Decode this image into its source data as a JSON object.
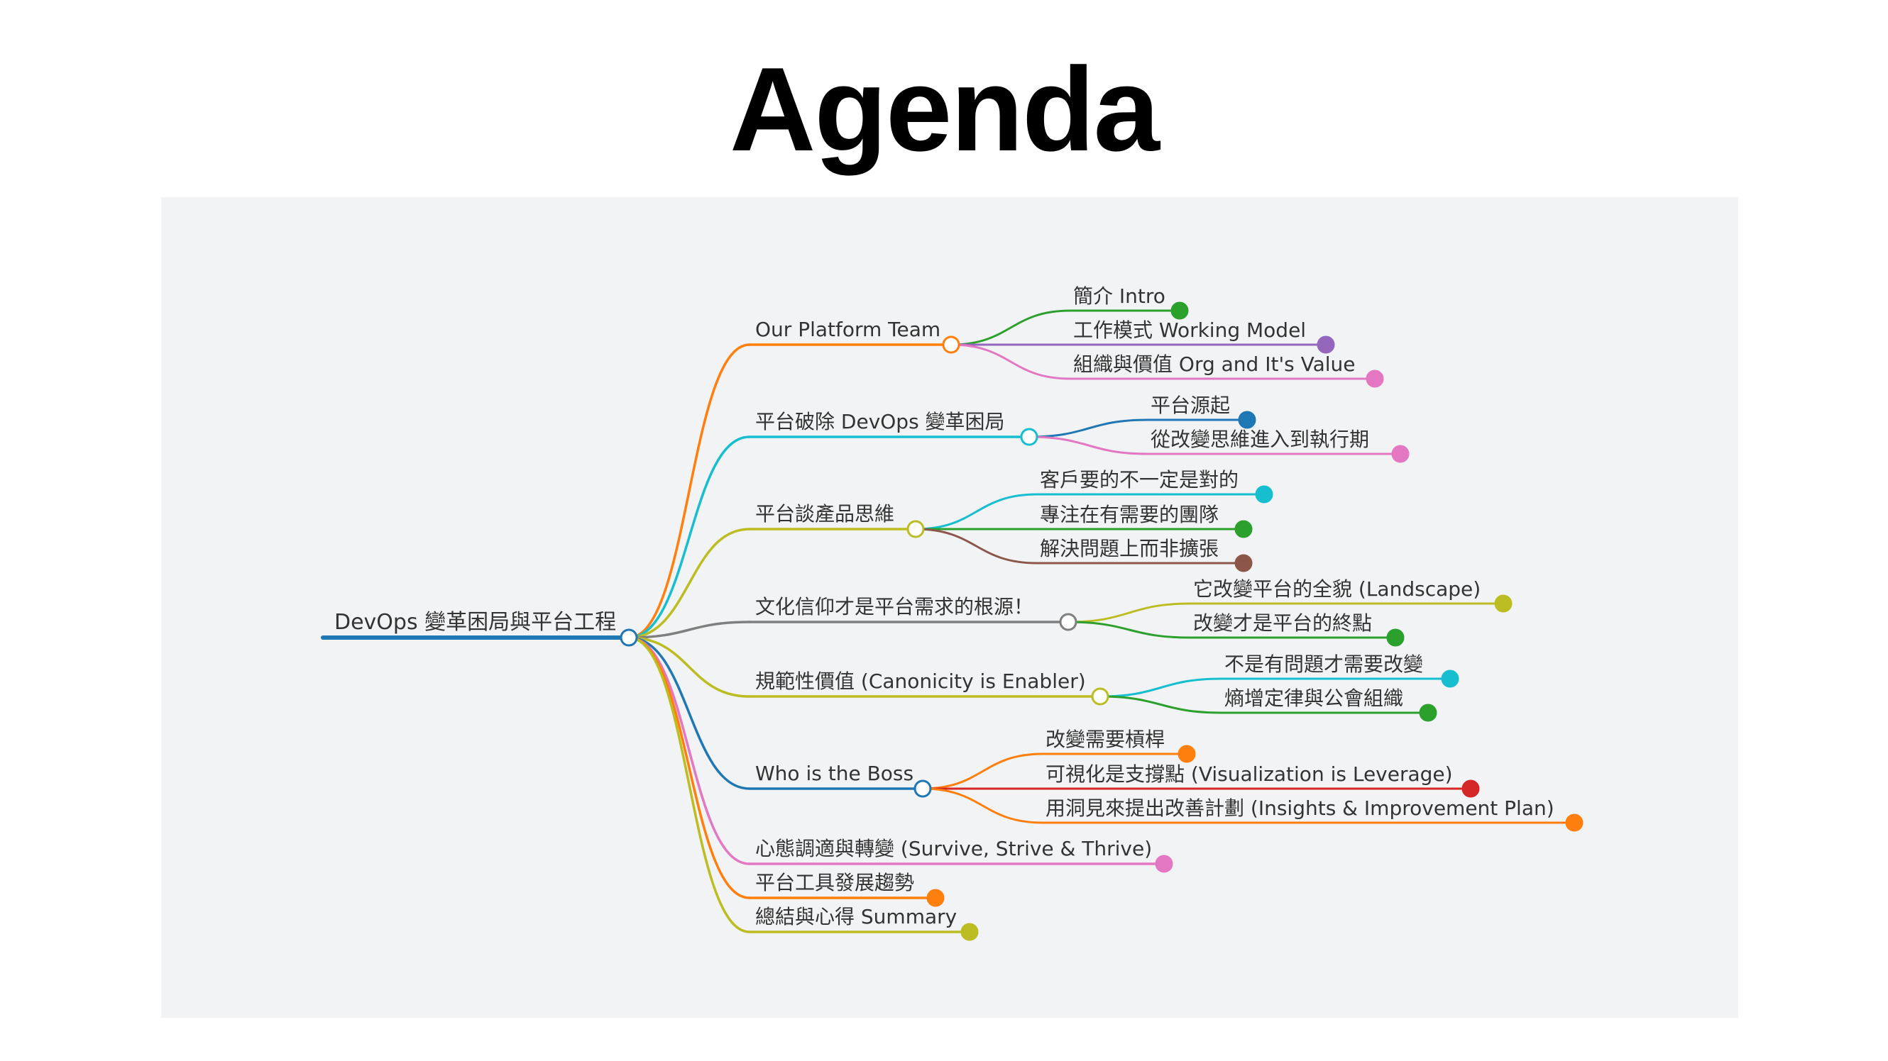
{
  "slide": {
    "title": "Agenda"
  },
  "mindmap": {
    "root": {
      "label": "DevOps 變革困局與平台工程",
      "color": "#1f77b4"
    },
    "branches": [
      {
        "label": "Our Platform Team",
        "color": "#ff7f0e",
        "children": [
          {
            "label": "簡介 Intro",
            "color": "#2ca02c"
          },
          {
            "label": "工作模式 Working Model",
            "color": "#9467bd"
          },
          {
            "label": "組織與價值 Org and It's Value",
            "color": "#e377c2"
          }
        ]
      },
      {
        "label": "平台破除 DevOps 變革困局",
        "color": "#17becf",
        "children": [
          {
            "label": "平台源起",
            "color": "#1f77b4"
          },
          {
            "label": "從改變思維進入到執行期",
            "color": "#e377c2"
          }
        ]
      },
      {
        "label": "平台談產品思維",
        "color": "#bcbd22",
        "children": [
          {
            "label": "客戶要的不一定是對的",
            "color": "#17becf"
          },
          {
            "label": "專注在有需要的團隊",
            "color": "#2ca02c"
          },
          {
            "label": "解決問題上而非擴張",
            "color": "#8c564b"
          }
        ]
      },
      {
        "label": "文化信仰才是平台需求的根源！",
        "color": "#7f7f7f",
        "children": [
          {
            "label": "它改變平台的全貌 (Landscape)",
            "color": "#bcbd22"
          },
          {
            "label": "改變才是平台的終點",
            "color": "#2ca02c"
          }
        ]
      },
      {
        "label": "規範性價值 (Canonicity is Enabler)",
        "color": "#bcbd22",
        "children": [
          {
            "label": "不是有問題才需要改變",
            "color": "#17becf"
          },
          {
            "label": "熵增定律與公會組織",
            "color": "#2ca02c"
          }
        ]
      },
      {
        "label": "Who is the Boss",
        "color": "#1f77b4",
        "children": [
          {
            "label": "改變需要槓桿",
            "color": "#ff7f0e"
          },
          {
            "label": "可視化是支撐點 (Visualization is Leverage)",
            "color": "#d62728"
          },
          {
            "label": "用洞見來提出改善計劃 (Insights & Improvement Plan)",
            "color": "#ff7f0e"
          }
        ]
      },
      {
        "label": "心態調適與轉變 (Survive, Strive & Thrive)",
        "color": "#e377c2",
        "children": []
      },
      {
        "label": "平台工具發展趨勢",
        "color": "#ff7f0e",
        "children": []
      },
      {
        "label": "總結與心得 Summary",
        "color": "#bcbd22",
        "children": []
      }
    ]
  }
}
